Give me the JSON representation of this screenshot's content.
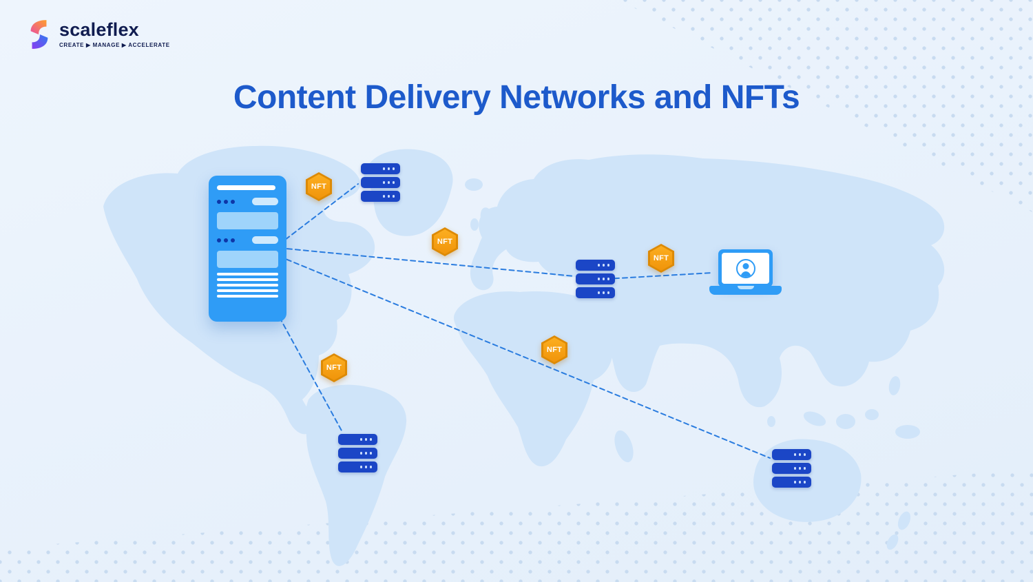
{
  "page": {
    "title": "Content Delivery Networks and NFTs"
  },
  "logo": {
    "brand": "scaleflex",
    "tagline": "CREATE ▶ MANAGE ▶ ACCELERATE"
  },
  "nft_badges": [
    {
      "label": "NFT"
    },
    {
      "label": "NFT"
    },
    {
      "label": "NFT"
    },
    {
      "label": "NFT"
    },
    {
      "label": "NFT"
    }
  ],
  "colors": {
    "title_text": "#1d5acb",
    "origin_server_blue": "#2f9cf6",
    "edge_server_navy": "#1b46c6",
    "nft_badge_orange": "#f59c0d",
    "connection_line_blue": "#2a7cdf",
    "map_land": "#cfe4f9",
    "background": "#e9f1fb",
    "logo_text_navy": "#101c50"
  }
}
